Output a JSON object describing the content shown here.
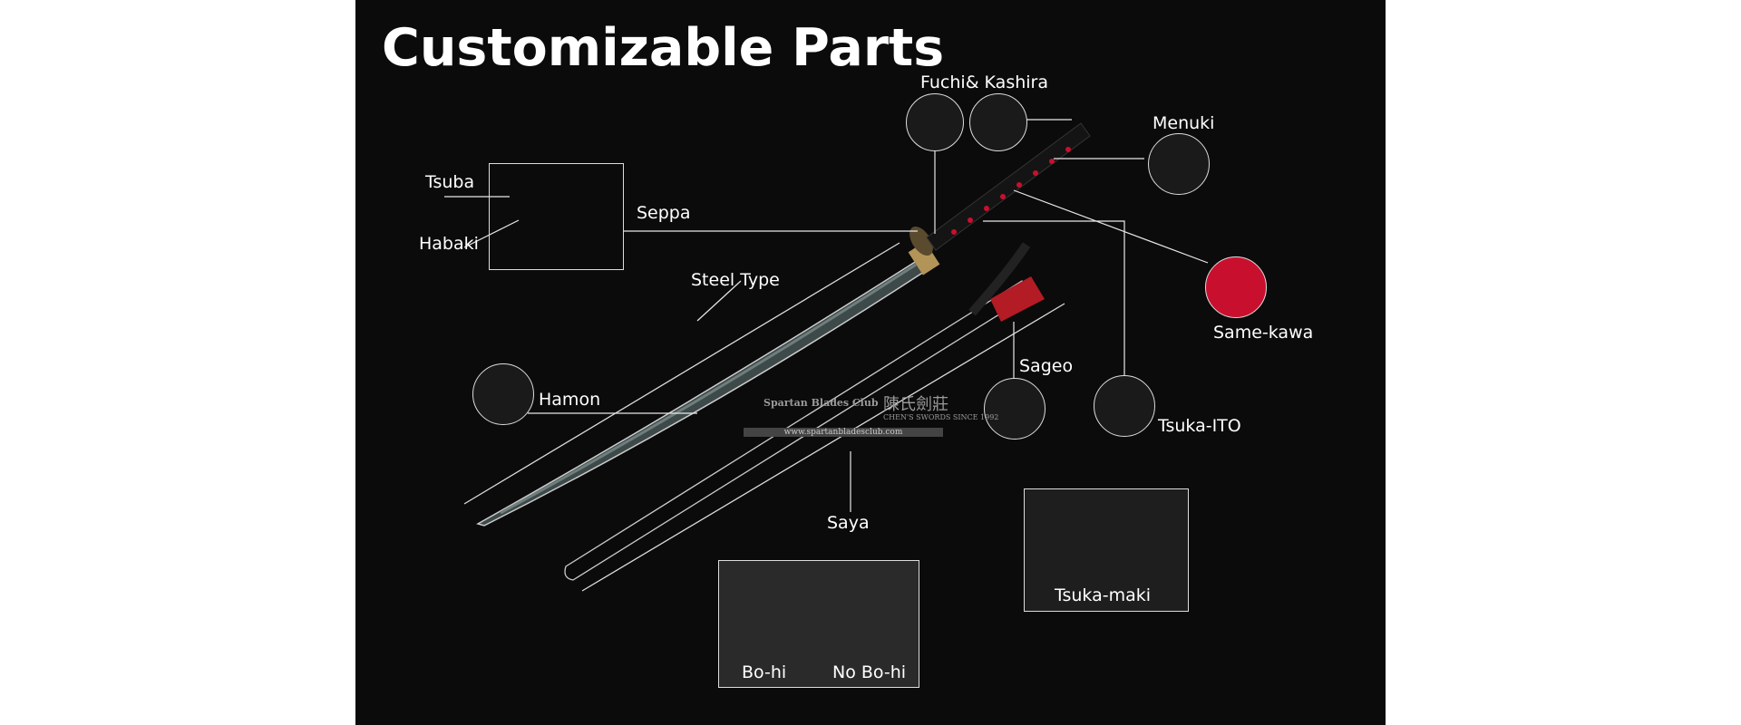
{
  "title": "Customizable Parts",
  "labels": {
    "fuchi_kashira": "Fuchi& Kashira",
    "menuki": "Menuki",
    "tsuba": "Tsuba",
    "seppa": "Seppa",
    "habaki": "Habaki",
    "steel_type": "Steel Type",
    "same_kawa": "Same-kawa",
    "sageo": "Sageo",
    "hamon": "Hamon",
    "tsuka_ito": "Tsuka-ITO",
    "saya": "Saya",
    "tsuka_maki": "Tsuka-maki",
    "bo_hi": "Bo-hi",
    "no_bo_hi": "No Bo-hi"
  },
  "watermark": {
    "brand": "Spartan Blades Club",
    "chinese": "陳氏劍莊",
    "tagline": "CHEN'S SWORDS SINCE 1992",
    "url": "www.spartanbladesclub.com"
  },
  "colors": {
    "background": "#0b0b0b",
    "accent_red": "#c8102e",
    "gold": "#a8894a"
  }
}
